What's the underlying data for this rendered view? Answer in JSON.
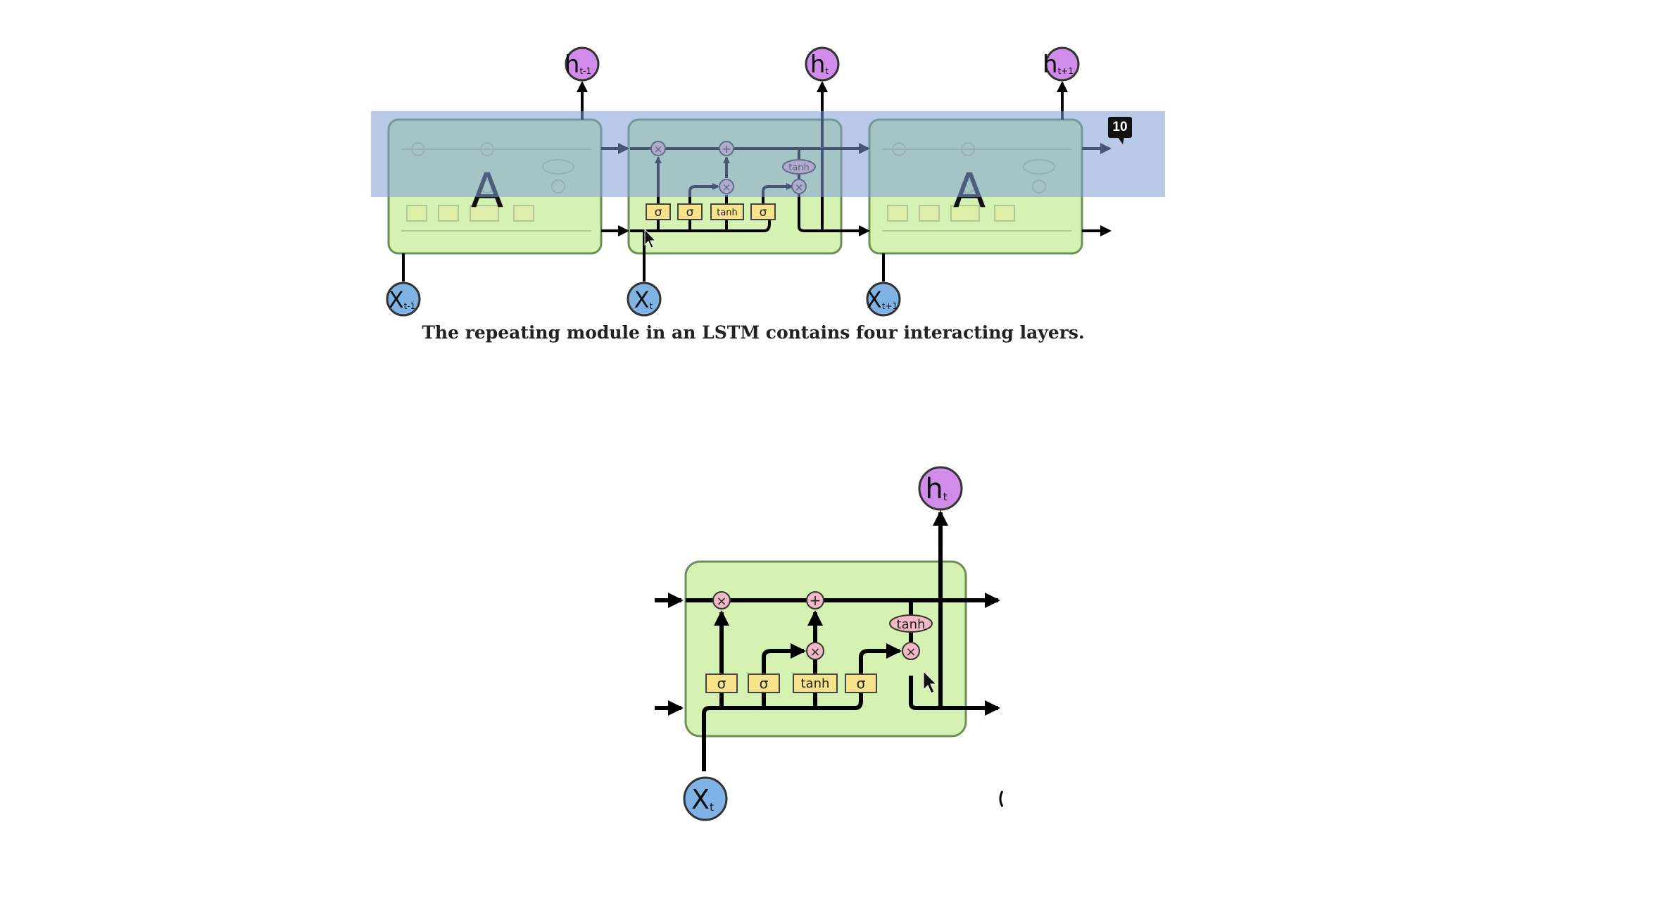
{
  "top_diagram": {
    "cells": [
      {
        "label": "A",
        "input": "X",
        "input_sub": "t-1",
        "output": "h",
        "output_sub": "t-1"
      },
      {
        "label": "",
        "input": "X",
        "input_sub": "t",
        "output": "h",
        "output_sub": "t"
      },
      {
        "label": "A",
        "input": "X",
        "input_sub": "t+1",
        "output": "h",
        "output_sub": "t+1"
      }
    ],
    "gates": [
      "σ",
      "σ",
      "tanh",
      "σ"
    ],
    "ops": {
      "multiply": "×",
      "add": "+",
      "tanh": "tanh"
    },
    "caption": "The repeating module in an LSTM contains four interacting layers.",
    "badge_count": "10"
  },
  "bottom_diagram": {
    "input": "X",
    "input_sub": "t",
    "output": "h",
    "output_sub": "t",
    "gates": [
      "σ",
      "σ",
      "tanh",
      "σ"
    ],
    "ops": {
      "multiply": "×",
      "add": "+",
      "tanh": "tanh"
    }
  },
  "colors": {
    "cell_fill": "#d6f2b3",
    "cell_stroke": "#6b8f57",
    "highlight": "#9cb9dc",
    "gate_fill": "#f7e38a",
    "op_fill": "#f2b8c3",
    "h_node": "#d08ce8",
    "x_node": "#7fb3e6"
  }
}
